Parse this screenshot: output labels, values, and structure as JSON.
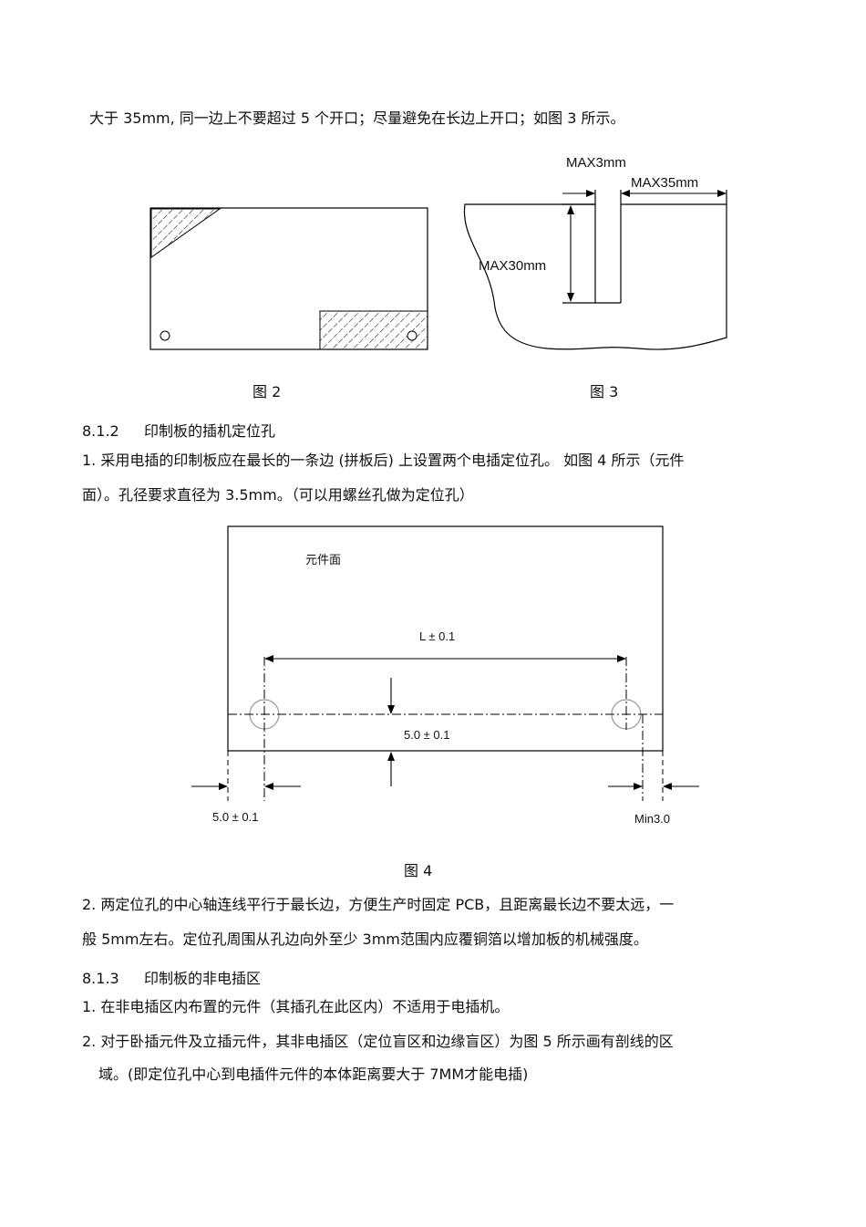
{
  "intro_line": "大于 35mm, 同一边上不要超过 5 个开口；尽量避免在长边上开口；如图 3 所示。",
  "fig2": {
    "caption": "图 2"
  },
  "fig3": {
    "caption": "图 3",
    "label_max3": "MAX3mm",
    "label_max35": "MAX35mm",
    "label_max30": "MAX30mm"
  },
  "sec812": {
    "heading_num": "8.1.2",
    "heading_text": "印制板的插机定位孔",
    "p1_line1": "1. 采用电插的印制板应在最长的一条边 (拼板后) 上设置两个电插定位孔。 如图 4 所示（元件",
    "p1_line2": "面）。孔径要求直径为 3.5mm。（可以用螺丝孔做为定位孔）"
  },
  "fig4": {
    "caption": "图 4",
    "component_side": "元件面",
    "dim_L": "L ± 0.1",
    "dim_vertical": "5.0 ± 0.1",
    "dim_left": "5.0 ± 0.1",
    "dim_min": "Min3.0"
  },
  "p2": {
    "line1": "2. 两定位孔的中心轴连线平行于最长边，方便生产时固定 PCB，且距离最长边不要太远，一",
    "line2": "般 5mm左右。定位孔周围从孔边向外至少 3mm范围内应覆铜箔以增加板的机械强度。"
  },
  "sec813": {
    "heading_num": "8.1.3",
    "heading_text": "印制板的非电插区",
    "p1": "1. 在非电插区内布置的元件（其插孔在此区内）不适用于电插机。",
    "p2_line1": "2. 对于卧插元件及立插元件，其非电插区（定位盲区和边缘盲区）为图 5 所示画有剖线的区",
    "p2_line2": "域。(即定位孔中心到电插件元件的本体距离要大于 7MM才能电插)"
  }
}
